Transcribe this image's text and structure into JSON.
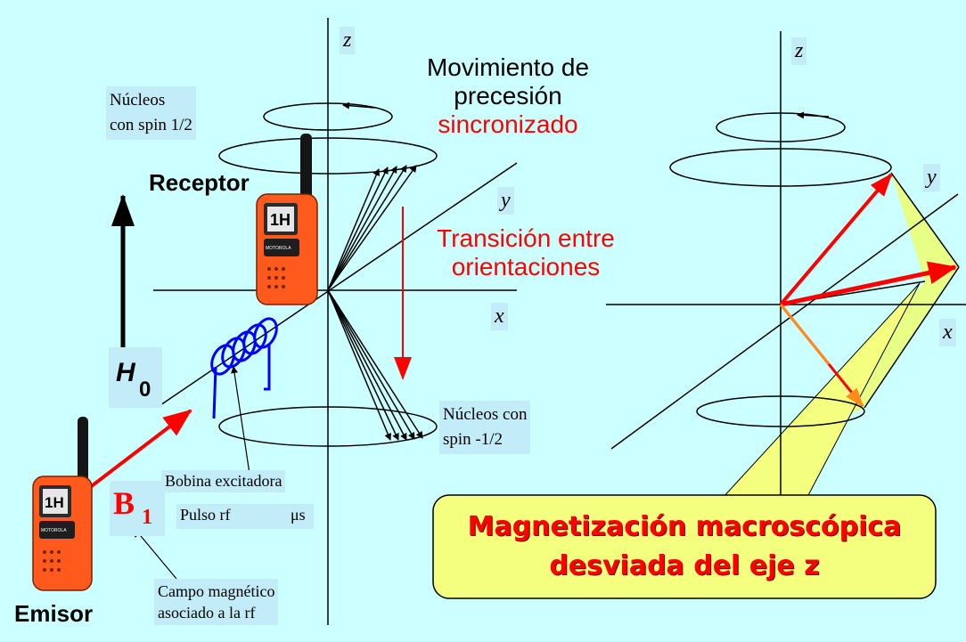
{
  "labels": {
    "z_left": "z",
    "z_right": "z",
    "y_left": "y",
    "y_right": "y",
    "x_left": "x",
    "x_right": "x",
    "nucleos_up_1": "Núcleos",
    "nucleos_up_2": "con spin 1/2",
    "nucleos_down_1": "Núcleos con",
    "nucleos_down_2": "spin -1/2",
    "receptor": "Receptor",
    "emisor": "Emisor",
    "mov_1": "Movimiento de",
    "mov_2": "precesión",
    "mov_3": "sincronizado",
    "trans_1": "Transición entre",
    "trans_2": "orientaciones",
    "h_letter": "H",
    "h_sub": "0",
    "b_letter": "B",
    "b_sub": "1",
    "bobina": "Bobina excitadora",
    "pulso": "Pulso rf",
    "mus": "μs",
    "campo_1": "Campo magnético",
    "campo_2": "asociado a la rf",
    "callout_1": "Magnetización macroscópica",
    "callout_2": "desviada del eje z",
    "radio_symbol": "1H",
    "radio_brand": "MOTOROLA"
  },
  "colors": {
    "background": "#ccffff",
    "label_box": "#c2ecf8",
    "accent_red": "#ff0000",
    "coil_blue": "#0000ff",
    "callout_fill": "#f4ff80",
    "beam_fill": "#ecff70",
    "radio_orange": "#ff5a1e"
  }
}
